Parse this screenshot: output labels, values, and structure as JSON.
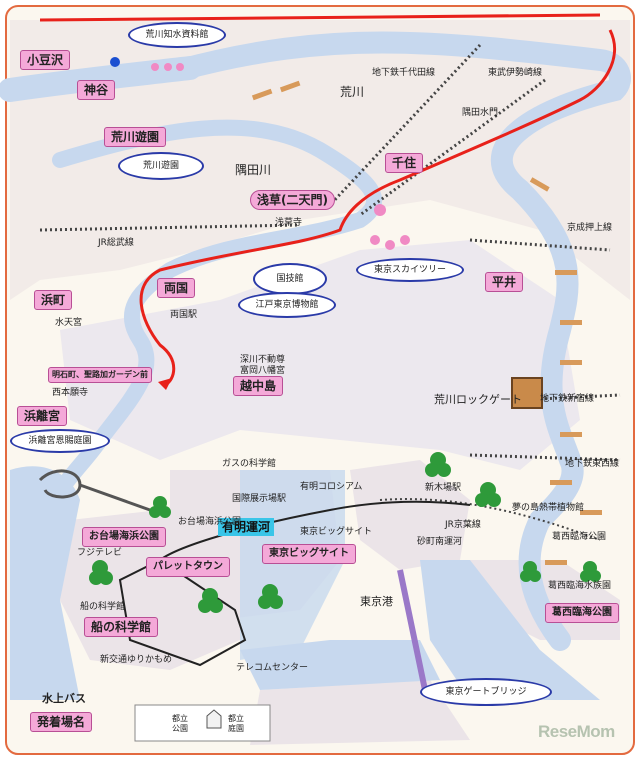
{
  "map": {
    "stations": {
      "ozukusawa": "小豆沢",
      "kamiya": "神谷",
      "arakawa_yuen": "荒川遊園",
      "senju": "千住",
      "asakusa": "浅草(二天門)",
      "ryogoku": "両国",
      "hamacho": "浜町",
      "hirai": "平井",
      "akashicho": "明石町、聖路加ガーデン前",
      "etchujima": "越中島",
      "hamarikyu": "浜離宮",
      "odaiba": "お台場海浜公園",
      "ariake": "有明運河",
      "palette": "パレットタウン",
      "bigsight": "東京ビッグサイト",
      "funeno": "船の科学館",
      "kasai": "葛西臨海公園"
    },
    "places": {
      "arakawa_museum": "荒川知水資料館",
      "arakawa_park": "荒川遊園",
      "kokugikan": "国技館",
      "edo_museum": "江戸東京博物館",
      "skytree": "東京スカイツリー",
      "hamarikyu_garden": "浜離宮恩賜庭園",
      "gate_bridge": "東京ゲートブリッジ"
    },
    "labels": {
      "subway_chiyoda": "地下鉄千代田線",
      "tobu_isesaki": "東武伊勢崎線",
      "arakawa_river": "荒川",
      "sumida_river": "隅田川",
      "sumidagawa_gate": "隅田水門",
      "sensoji": "浅草寺",
      "jr_sobu": "JR総武線",
      "keisei_oshiage": "京成押上線",
      "ryogoku_station": "両国駅",
      "suitengu": "水天宮",
      "fukagawa_fudo": "深川不動尊",
      "tomioka_hachiman": "富岡八幡宮",
      "nishi_honganji": "西本願寺",
      "arakawa_lock": "荒川ロックゲート",
      "subway_shinjuku": "地下鉄新宿線",
      "subway_tozai": "地下鉄東西線",
      "gas_museum": "ガスの科学館",
      "ariake_colosseum": "有明コロシアム",
      "kokusai_tenjijo": "国際展示場駅",
      "shinkiba": "新木場駅",
      "yumenoshima": "夢の島熱帯植物館",
      "odaiba_kaihin_koen": "お台場海浜公園",
      "tokyo_bigsight_small": "東京ビッグサイト",
      "jr_keiyo": "JR京葉線",
      "sunamachi": "砂町南運河",
      "kasai_rinkai_koen": "葛西臨海公園",
      "fuji_tv": "フジテレビ",
      "kasai_aquarium": "葛西臨海水族園",
      "funeno_small": "船の科学館",
      "tokyo_port": "東京港",
      "yurikamome": "新交通ゆりかもめ",
      "telecom_center": "テレコムセンター",
      "water_bus": "水上バス",
      "departure_place": "発着場名"
    },
    "legend": {
      "park_line1": "都立",
      "park_line2": "公園",
      "garden_line1": "都立",
      "garden_line2": "庭園"
    },
    "credit": "ReseMom",
    "colors": {
      "water": "#c7d8ee",
      "land": "#ece8ee",
      "station_box": "#f4a9d8",
      "route": "#e8211a",
      "oval_border": "#2a3aa8",
      "ariake_box": "#39c5e8",
      "frame": "#e36a3f"
    }
  }
}
